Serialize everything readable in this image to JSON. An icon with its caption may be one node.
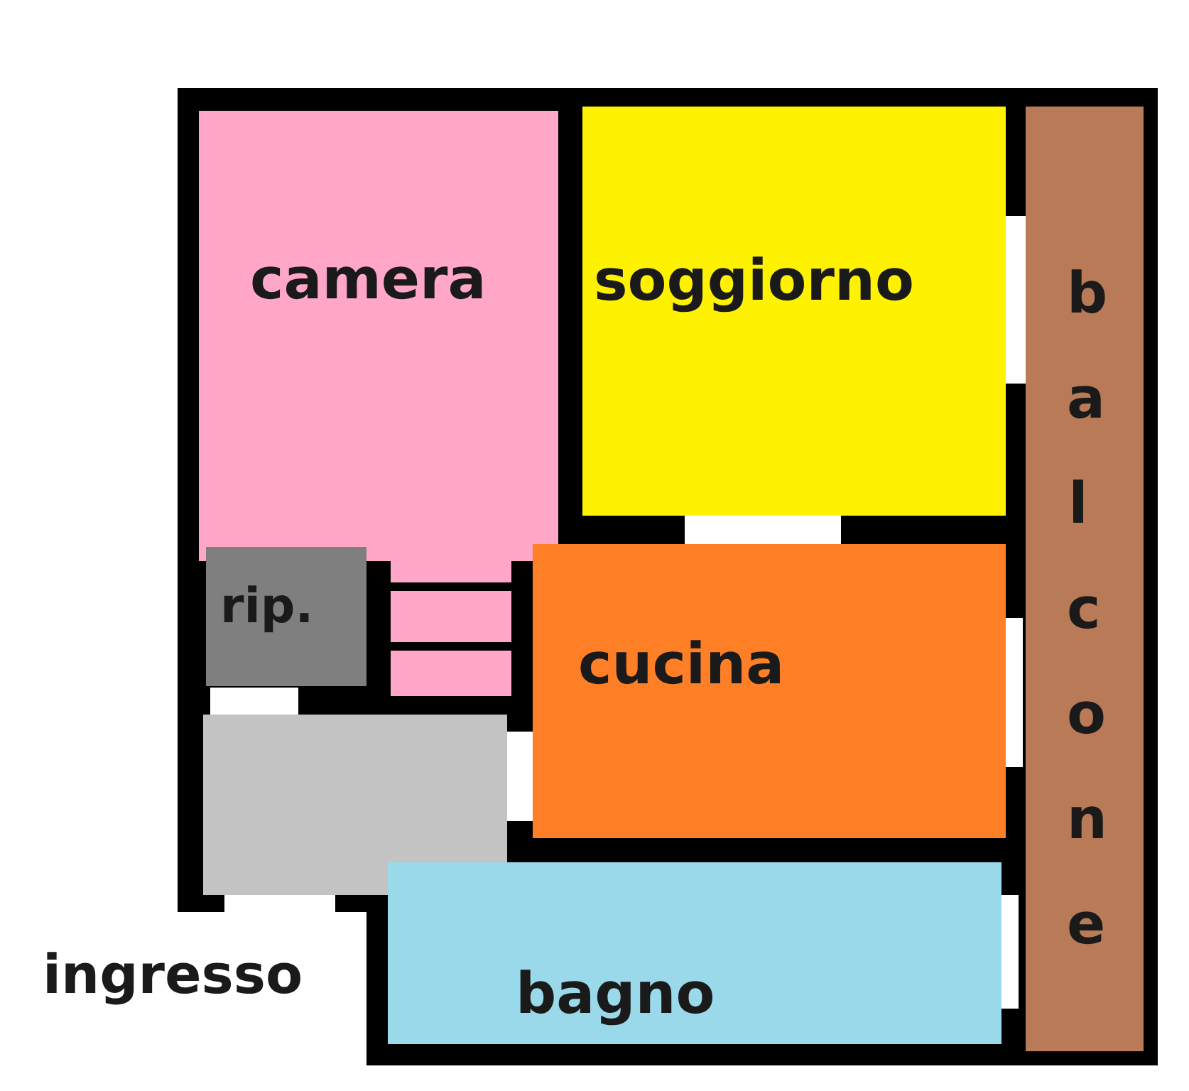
{
  "diagram": {
    "nodes": [
      {
        "text": [
          "camera"
        ]
      },
      {
        "text": [
          "soggiorno"
        ]
      },
      {
        "text": [
          "balcone"
        ]
      },
      {
        "text": [
          "rip."
        ]
      },
      {
        "text": [],
        "shape": "box"
      },
      {
        "text": [
          "cucina"
        ]
      },
      {
        "text": [
          "bagno"
        ]
      }
    ],
    "labels": [
      "ingresso"
    ]
  }
}
